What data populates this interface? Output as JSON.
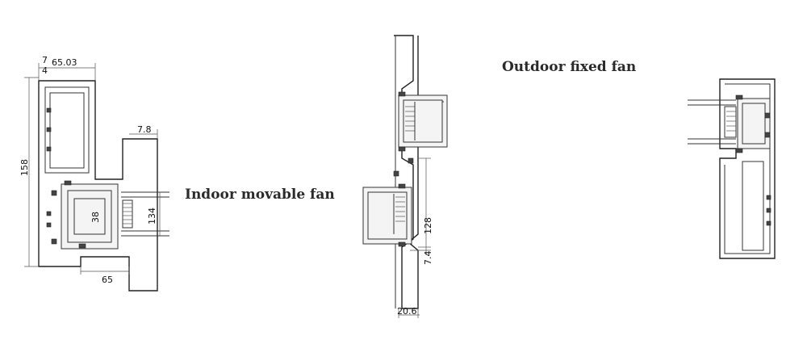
{
  "labels": {
    "indoor": "Indoor movable fan",
    "outdoor": "Outdoor fixed fan"
  },
  "dimensions": {
    "d_65_03": "65.03",
    "d_4": "4",
    "d_7": "7",
    "d_7_8": "7.8",
    "d_158": "158",
    "d_38": "38",
    "d_134": "134",
    "d_65": "65",
    "d_128": "128",
    "d_7_4": "7.4",
    "d_20_6": "20.6"
  },
  "colors": {
    "line": "#333333",
    "label": "#2a2a2a"
  }
}
